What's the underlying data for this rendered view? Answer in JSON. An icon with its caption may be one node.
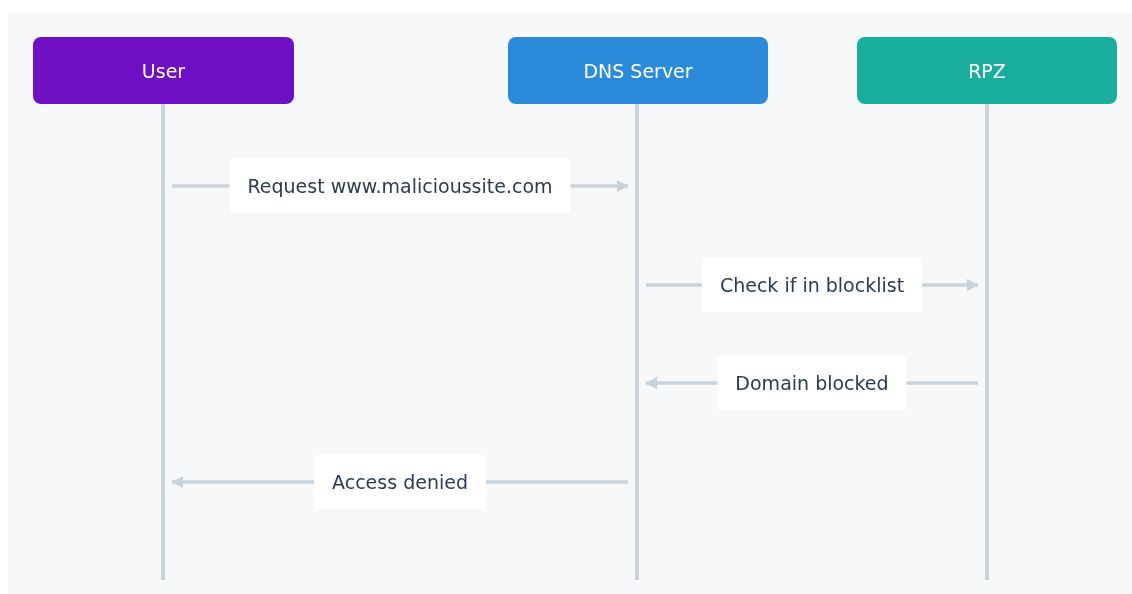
{
  "diagram": {
    "nodes": [
      {
        "text": [
          "User"
        ]
      },
      {
        "text": [
          "DNS Server"
        ]
      },
      {
        "text": [
          "RPZ"
        ]
      },
      {
        "text": [],
        "shape": "bar"
      },
      {
        "text": [],
        "shape": "bar"
      },
      {
        "text": [],
        "shape": "bar"
      }
    ],
    "edges": [
      {
        "from": 3,
        "to": 4,
        "arrow": "to",
        "label": "Request www.malicioussite.com"
      },
      {
        "from": 4,
        "to": 5,
        "arrow": "to",
        "label": "Check if in blocklist"
      },
      {
        "from": 5,
        "to": 4,
        "arrow": "to",
        "label": "Domain blocked"
      },
      {
        "from": 4,
        "to": 3,
        "arrow": "to",
        "label": "Access denied"
      }
    ]
  }
}
